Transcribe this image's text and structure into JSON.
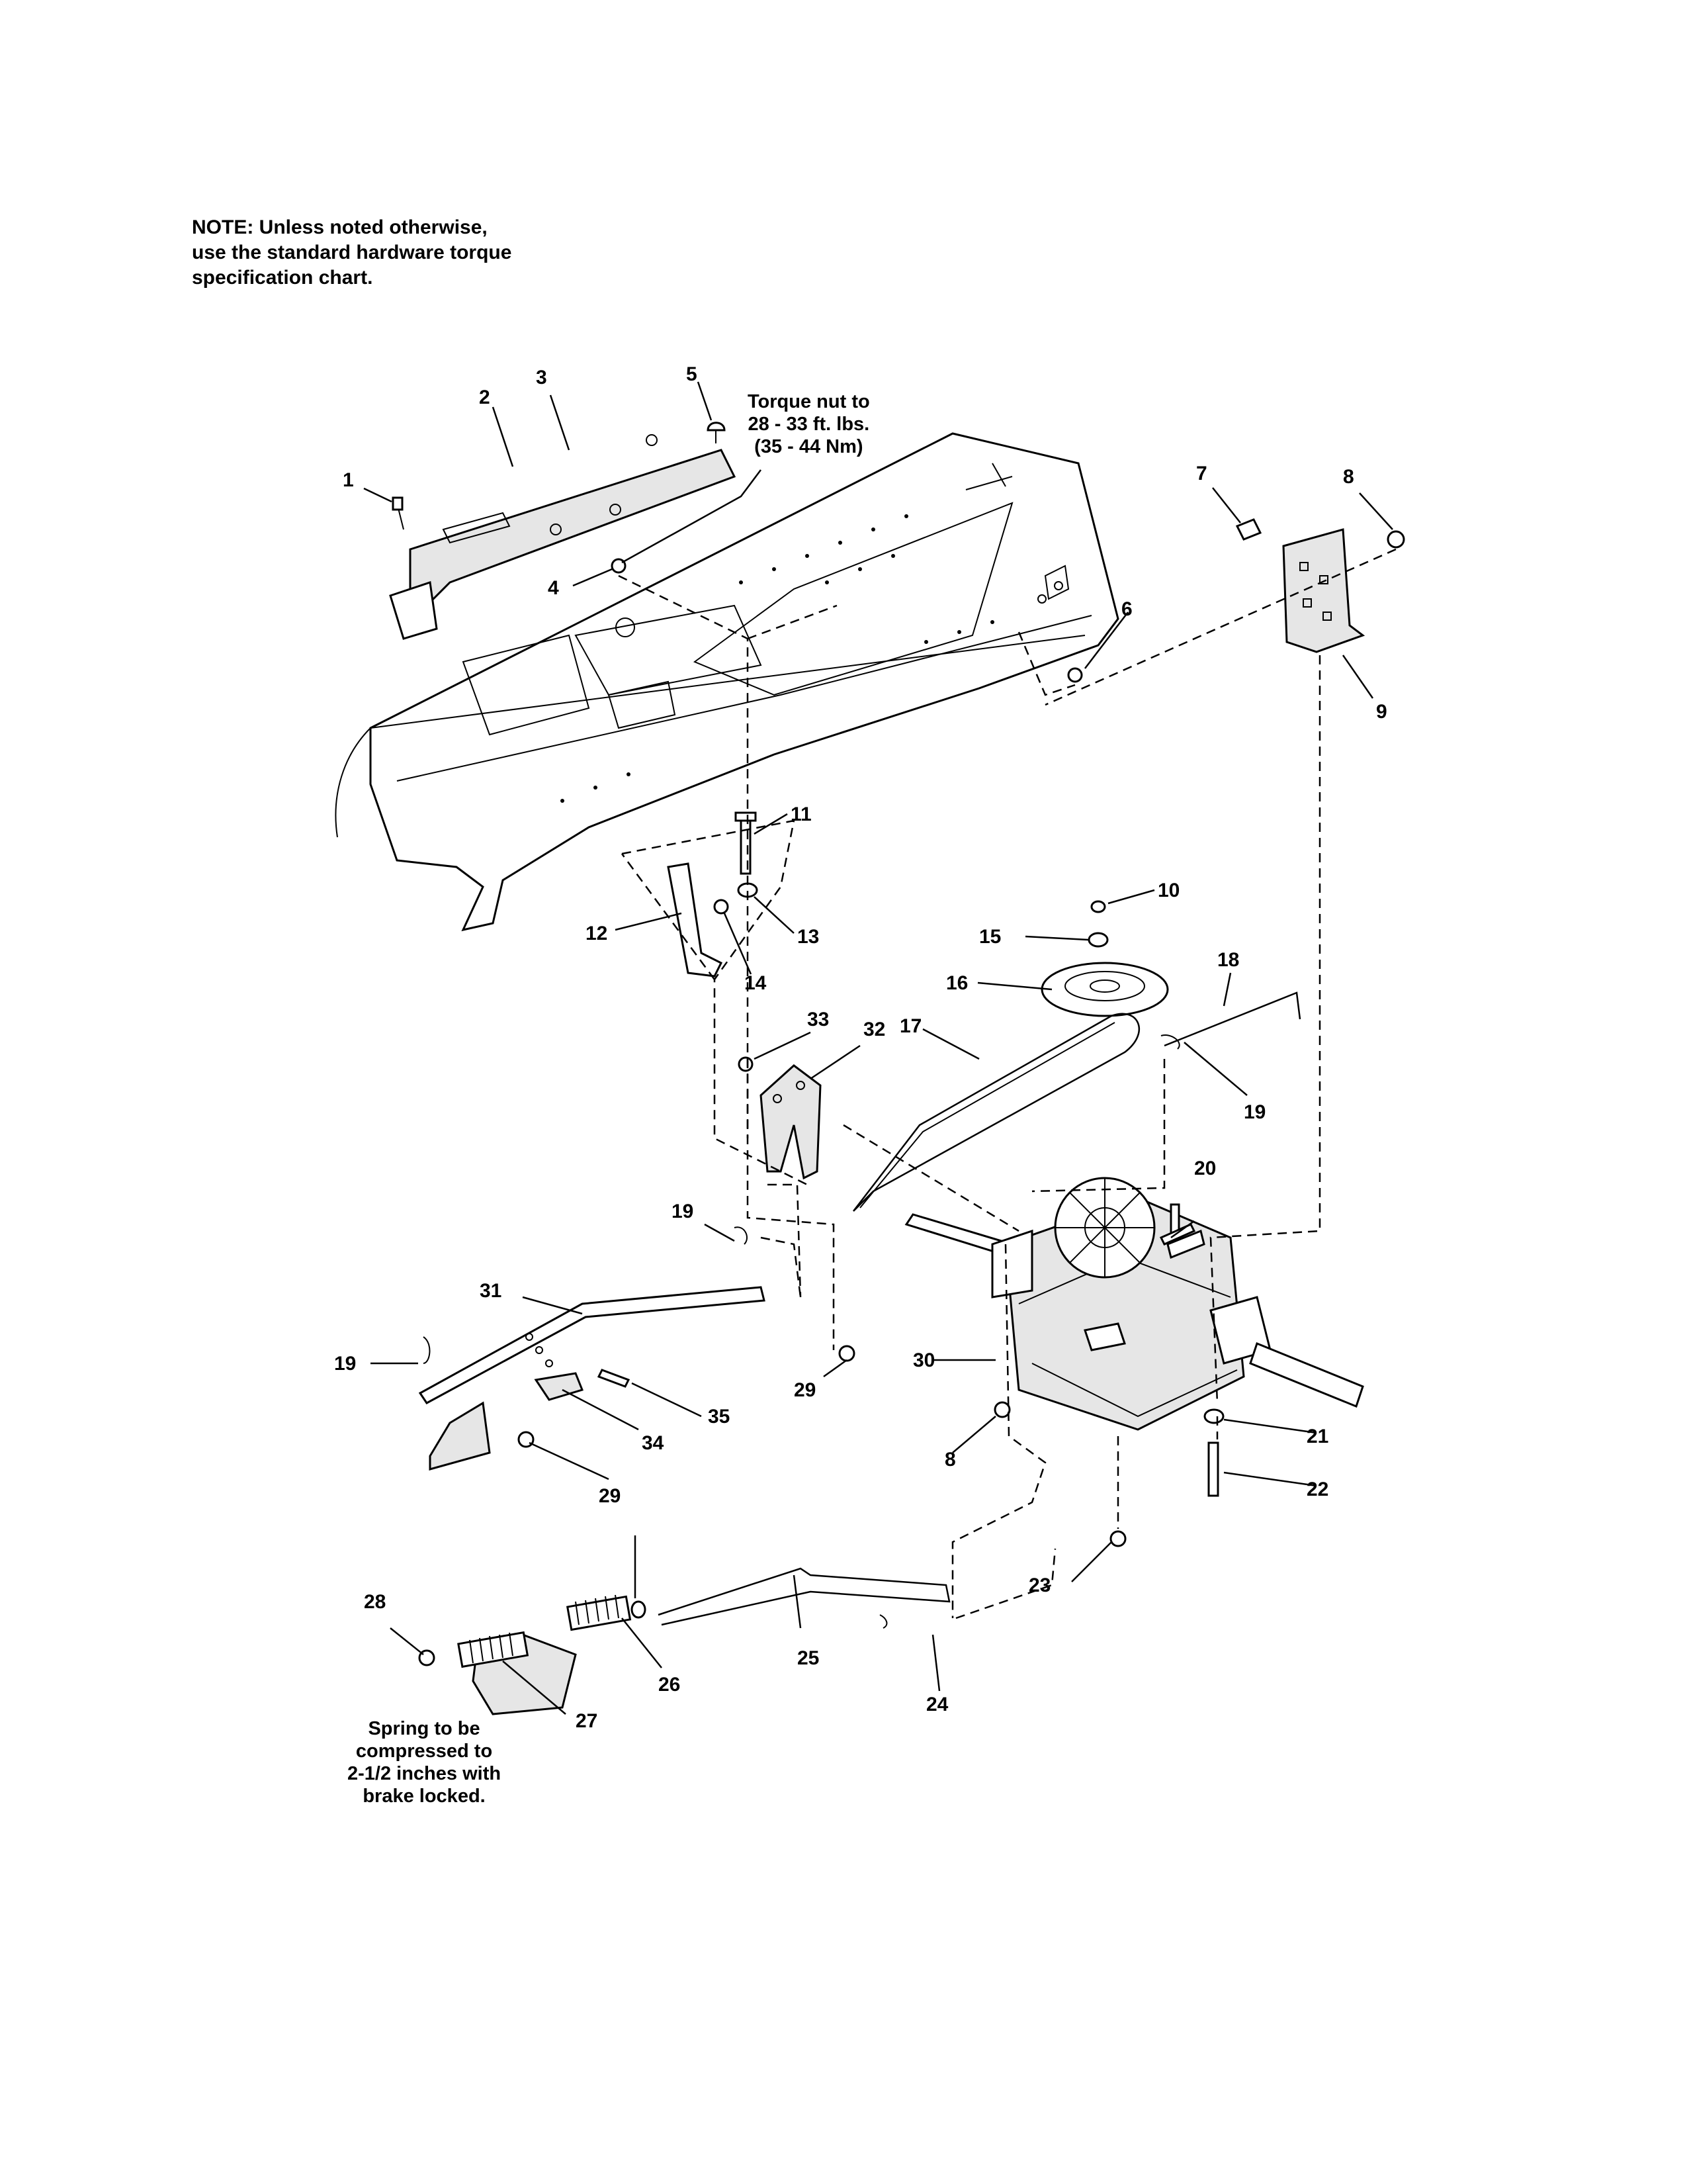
{
  "note": {
    "lines": [
      "NOTE: Unless noted otherwise,",
      "use the standard hardware torque",
      "specification chart."
    ]
  },
  "callouts": {
    "torque": [
      "Torque nut to",
      "28 - 33 ft. lbs.",
      "(35 - 44 Nm)"
    ],
    "spring": [
      "Spring to be",
      "compressed to",
      "2-1/2 inches with",
      "brake locked."
    ]
  },
  "labels": {
    "p1": "1",
    "p2": "2",
    "p3": "3",
    "p4": "4",
    "p5": "5",
    "p6": "6",
    "p7": "7",
    "p8a": "8",
    "p8b": "8",
    "p9": "9",
    "p10": "10",
    "p11": "11",
    "p12": "12",
    "p13": "13",
    "p14": "14",
    "p15": "15",
    "p16": "16",
    "p17": "17",
    "p18": "18",
    "p19a": "19",
    "p19b": "19",
    "p19c": "19",
    "p20": "20",
    "p21": "21",
    "p22": "22",
    "p23": "23",
    "p24": "24",
    "p25": "25",
    "p26": "26",
    "p27": "27",
    "p28": "28",
    "p29a": "29",
    "p29b": "29",
    "p30": "30",
    "p31": "31",
    "p32": "32",
    "p33": "33",
    "p34": "34",
    "p35": "35"
  }
}
